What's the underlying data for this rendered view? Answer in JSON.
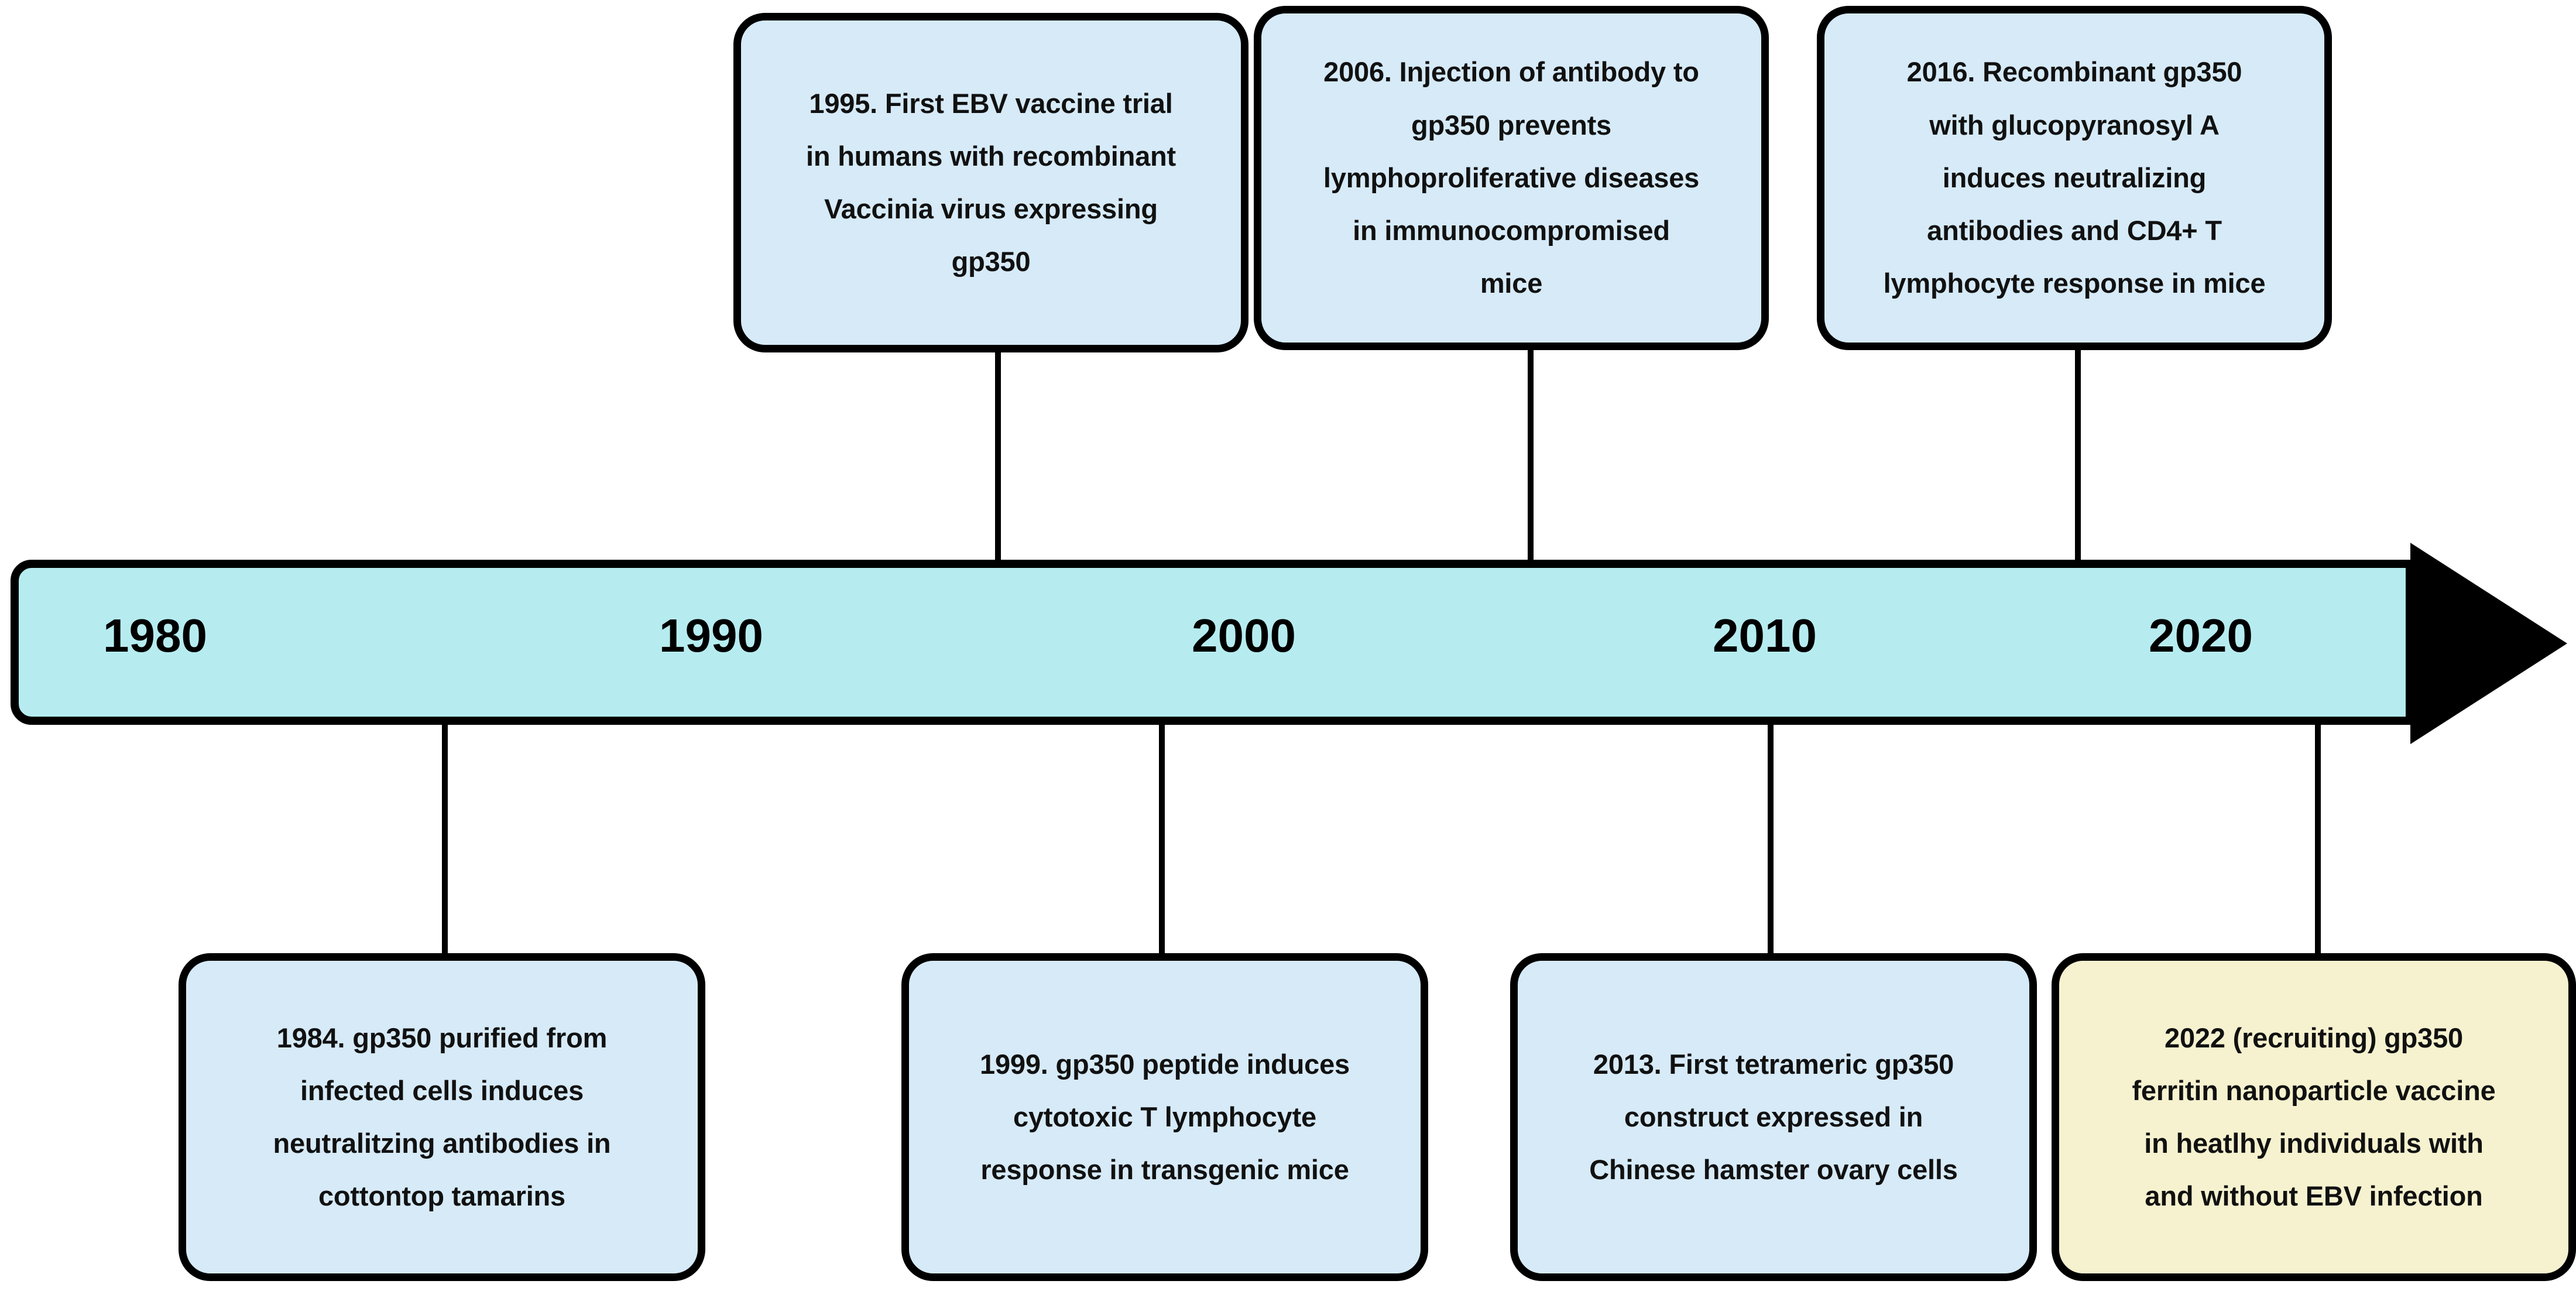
{
  "diagram": {
    "kind": "timeline",
    "colors": {
      "box_fill": "#D6EAF8",
      "box_highlight_fill": "#F6F2CF",
      "axis_fill": "#B6ECF0",
      "stroke": "#000000",
      "text": "#111111"
    }
  },
  "axis": {
    "name": "timeline-axis",
    "ticks": [
      "1980",
      "1990",
      "2000",
      "2010",
      "2020"
    ],
    "arrow_direction": "right"
  },
  "events_above": [
    {
      "year": "1995",
      "lines": [
        "1995. First EBV vaccine trial",
        "in humans with recombinant",
        "Vaccinia virus expressing",
        "gp350"
      ],
      "highlight": false
    },
    {
      "year": "2006",
      "lines": [
        "2006. Injection of antibody to",
        "gp350 prevents",
        "lymphoproliferative diseases",
        "in immunocompromised",
        "mice"
      ],
      "highlight": false
    },
    {
      "year": "2016",
      "lines": [
        "2016. Recombinant gp350",
        "with glucopyranosyl A",
        "induces neutralizing",
        "antibodies and CD4+ T",
        "lymphocyte response in mice"
      ],
      "highlight": false
    }
  ],
  "events_below": [
    {
      "year": "1984",
      "lines": [
        "1984. gp350 purified from",
        "infected cells induces",
        "neutralitzing antibodies in",
        "cottontop tamarins"
      ],
      "highlight": false
    },
    {
      "year": "1999",
      "lines": [
        "1999. gp350 peptide induces",
        "cytotoxic T lymphocyte",
        "response in transgenic mice"
      ],
      "highlight": false
    },
    {
      "year": "2013",
      "lines": [
        "2013. First tetrameric gp350",
        "construct expressed in",
        "Chinese hamster ovary cells"
      ],
      "highlight": false
    },
    {
      "year": "2022",
      "lines": [
        "2022 (recruiting) gp350",
        "ferritin nanoparticle vaccine",
        "in heatlhy individuals with",
        "and without EBV infection"
      ],
      "highlight": true
    }
  ]
}
